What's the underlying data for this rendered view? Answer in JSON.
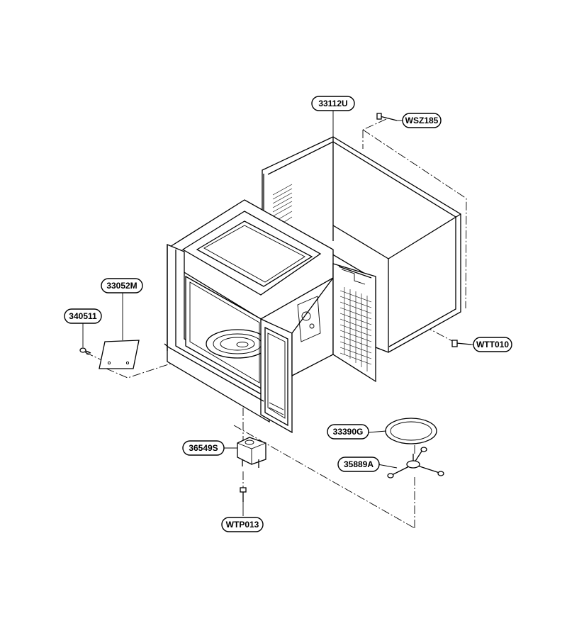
{
  "parts": {
    "cabinet": {
      "code": "33112U"
    },
    "screw_top": {
      "code": "WSZ185"
    },
    "screw_side": {
      "code": "WTT010"
    },
    "waveguide_cover": {
      "code": "33052M"
    },
    "cover_screw": {
      "code": "340511"
    },
    "tray": {
      "code": "33390G"
    },
    "roller_guide": {
      "code": "35889A"
    },
    "turntable_motor": {
      "code": "36549S"
    },
    "motor_screw": {
      "code": "WTP013"
    }
  }
}
